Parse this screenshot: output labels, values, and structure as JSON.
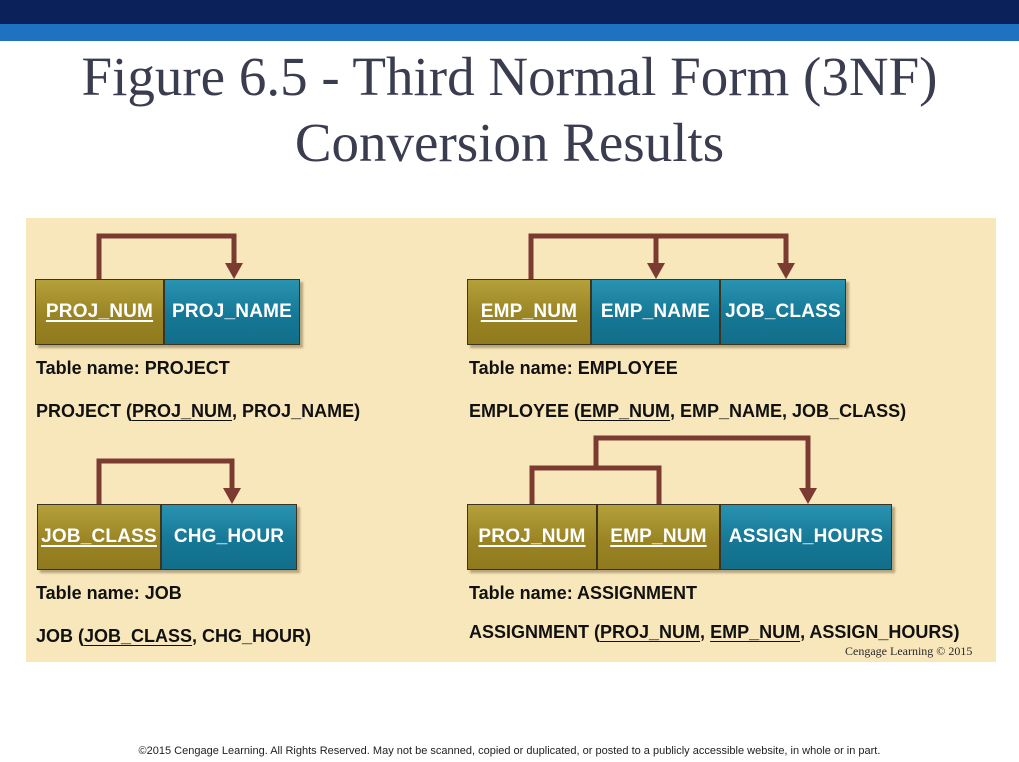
{
  "slide": {
    "title_line1": "Figure 6.5 - Third Normal Form (3NF)",
    "title_line2": "Conversion Results",
    "credit": "Cengage Learning © 2015",
    "footer": "©2015 Cengage Learning. All Rights Reserved. May not be scanned, copied or duplicated, or posted to a publicly accessible website, in whole or in part."
  },
  "colors": {
    "key_attribute": "#9a8424",
    "nonkey_attribute": "#157896",
    "arrow": "#7b3b30",
    "panel": "#f8e7bb"
  },
  "tables": {
    "project": {
      "attributes": [
        "PROJ_NUM",
        "PROJ_NAME"
      ],
      "table_name": "Table name: PROJECT",
      "schema_prefix": "PROJECT  (",
      "schema_key": "PROJ_NUM",
      "schema_rest": ", PROJ_NAME)"
    },
    "employee": {
      "attributes": [
        "EMP_NUM",
        "EMP_NAME",
        "JOB_CLASS"
      ],
      "table_name": "Table name: EMPLOYEE",
      "schema_prefix": "EMPLOYEE  (",
      "schema_key": "EMP_NUM",
      "schema_rest": ", EMP_NAME, JOB_CLASS)"
    },
    "job": {
      "attributes": [
        "JOB_CLASS",
        "CHG_HOUR"
      ],
      "table_name": "Table name: JOB",
      "schema_prefix": "JOB  (",
      "schema_key": "JOB_CLASS",
      "schema_rest": ", CHG_HOUR)"
    },
    "assignment": {
      "attributes": [
        "PROJ_NUM",
        "EMP_NUM",
        "ASSIGN_HOURS"
      ],
      "table_name": "Table name: ASSIGNMENT",
      "schema_prefix": "ASSIGNMENT  (",
      "schema_key1": "PROJ_NUM",
      "schema_sep": ", ",
      "schema_key2": "EMP_NUM",
      "schema_rest": ", ASSIGN_HOURS)"
    }
  }
}
